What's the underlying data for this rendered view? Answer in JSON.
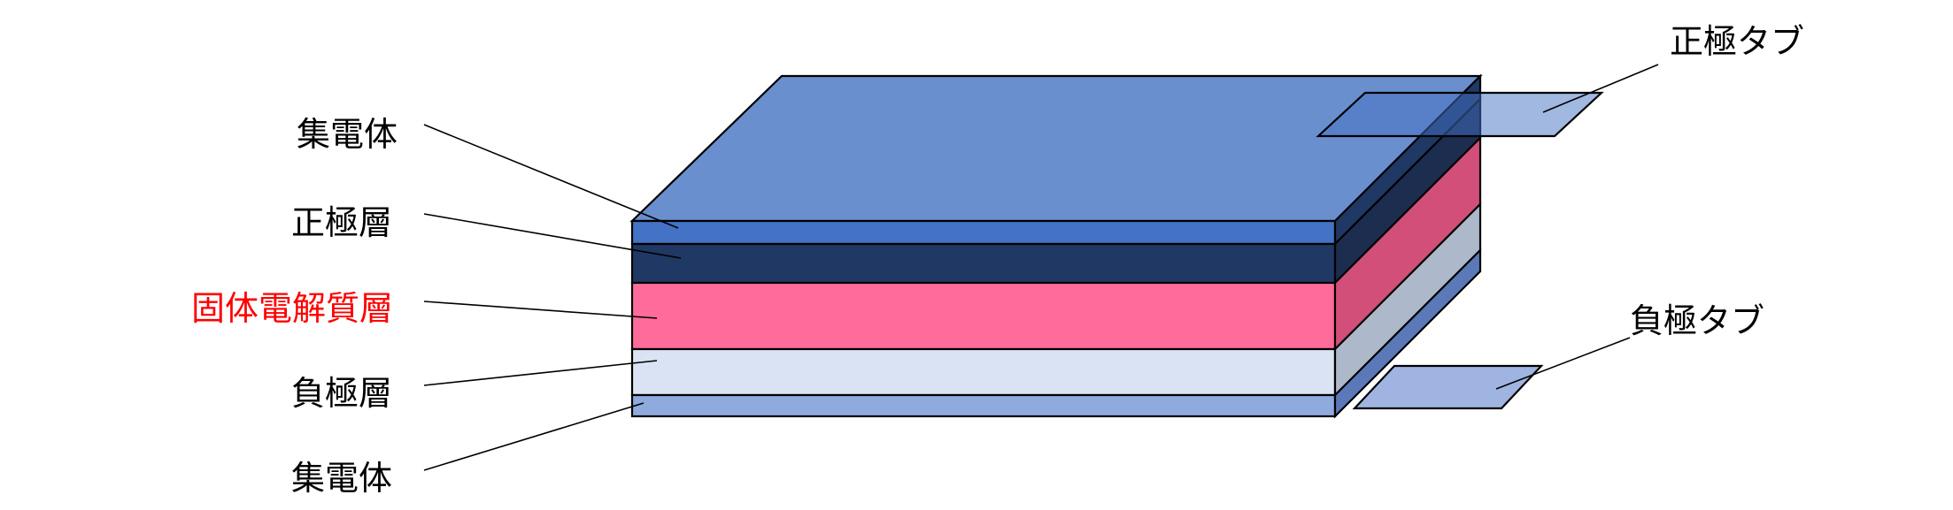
{
  "labels": {
    "current_collector_top": "集電体",
    "positive_layer": "正極層",
    "solid_electrolyte_layer": "固体電解質層",
    "negative_layer": "負極層",
    "current_collector_bottom": "集電体",
    "positive_tab": "正極タブ",
    "negative_tab": "負極タブ"
  },
  "colors": {
    "top_face": "#6a8fcf",
    "collector_top_front": "#4472c4",
    "collector_top_side": "#1f3864",
    "positive_front": "#203864",
    "positive_side": "#1c2d50",
    "electrolyte_front": "#ff6b9a",
    "electrolyte_side": "#d24f7a",
    "negative_front": "#dae3f3",
    "negative_side": "#adb9ca",
    "collector_bottom_front": "#8faadc",
    "collector_bottom_side": "#5b78b8",
    "positive_tab": "#4472c4",
    "negative_tab": "#9fb4e0",
    "highlight_label": "#ff0000"
  }
}
